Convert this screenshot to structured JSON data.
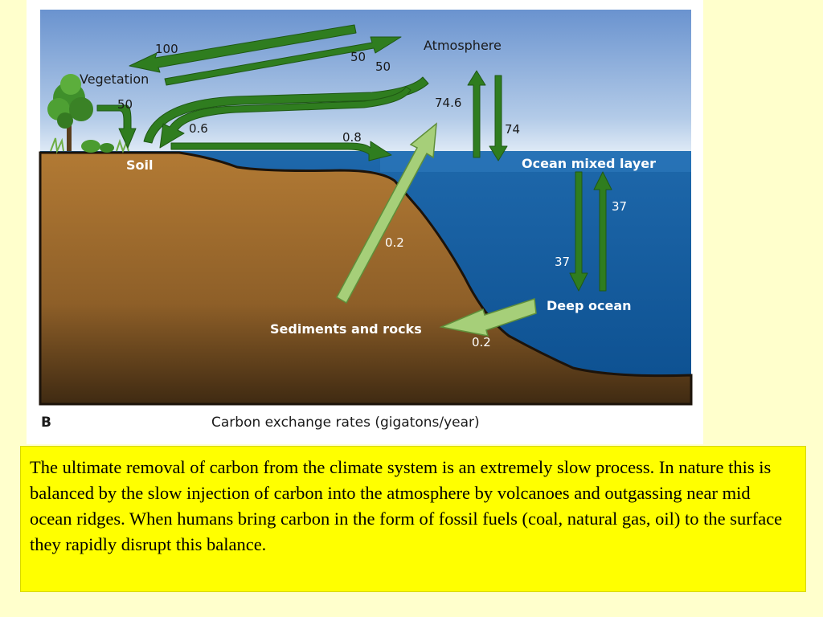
{
  "diagram": {
    "panel_letter": "B",
    "caption": "Carbon exchange rates (gigatons/year)",
    "labels": {
      "atmosphere": "Atmosphere",
      "vegetation": "Vegetation",
      "soil": "Soil",
      "ocean_mixed_layer": "Ocean mixed layer",
      "deep_ocean": "Deep ocean",
      "sediments": "Sediments and rocks"
    },
    "flows": {
      "atmosphere_to_vegetation": "100",
      "vegetation_to_atmosphere": "50",
      "soil_to_atmosphere": "50",
      "vegetation_to_soil": "50",
      "atmosphere_to_soil": "0.6",
      "soil_to_ocean": "0.8",
      "ocean_to_atmosphere": "74.6",
      "atmosphere_to_ocean": "74",
      "deep_to_mixed": "37",
      "mixed_to_deep": "37",
      "sediments_to_atmosphere": "0.2",
      "deep_to_sediments": "0.2"
    },
    "colors": {
      "sky_top": "#6a93cf",
      "sky_bottom": "#dce8f5",
      "ocean": "#11579a",
      "land": "#a8722e",
      "arrow_dark": "#2e7d1e",
      "arrow_light": "#a6cf79"
    }
  },
  "text_box": {
    "paragraph": "The ultimate removal of carbon from the climate system is an extremely slow process.  In nature this is balanced by the slow injection of carbon into the atmosphere by volcanoes and outgassing near mid ocean ridges.   When humans bring carbon in the form of fossil fuels (coal, natural gas, oil) to the surface they rapidly disrupt this balance."
  }
}
